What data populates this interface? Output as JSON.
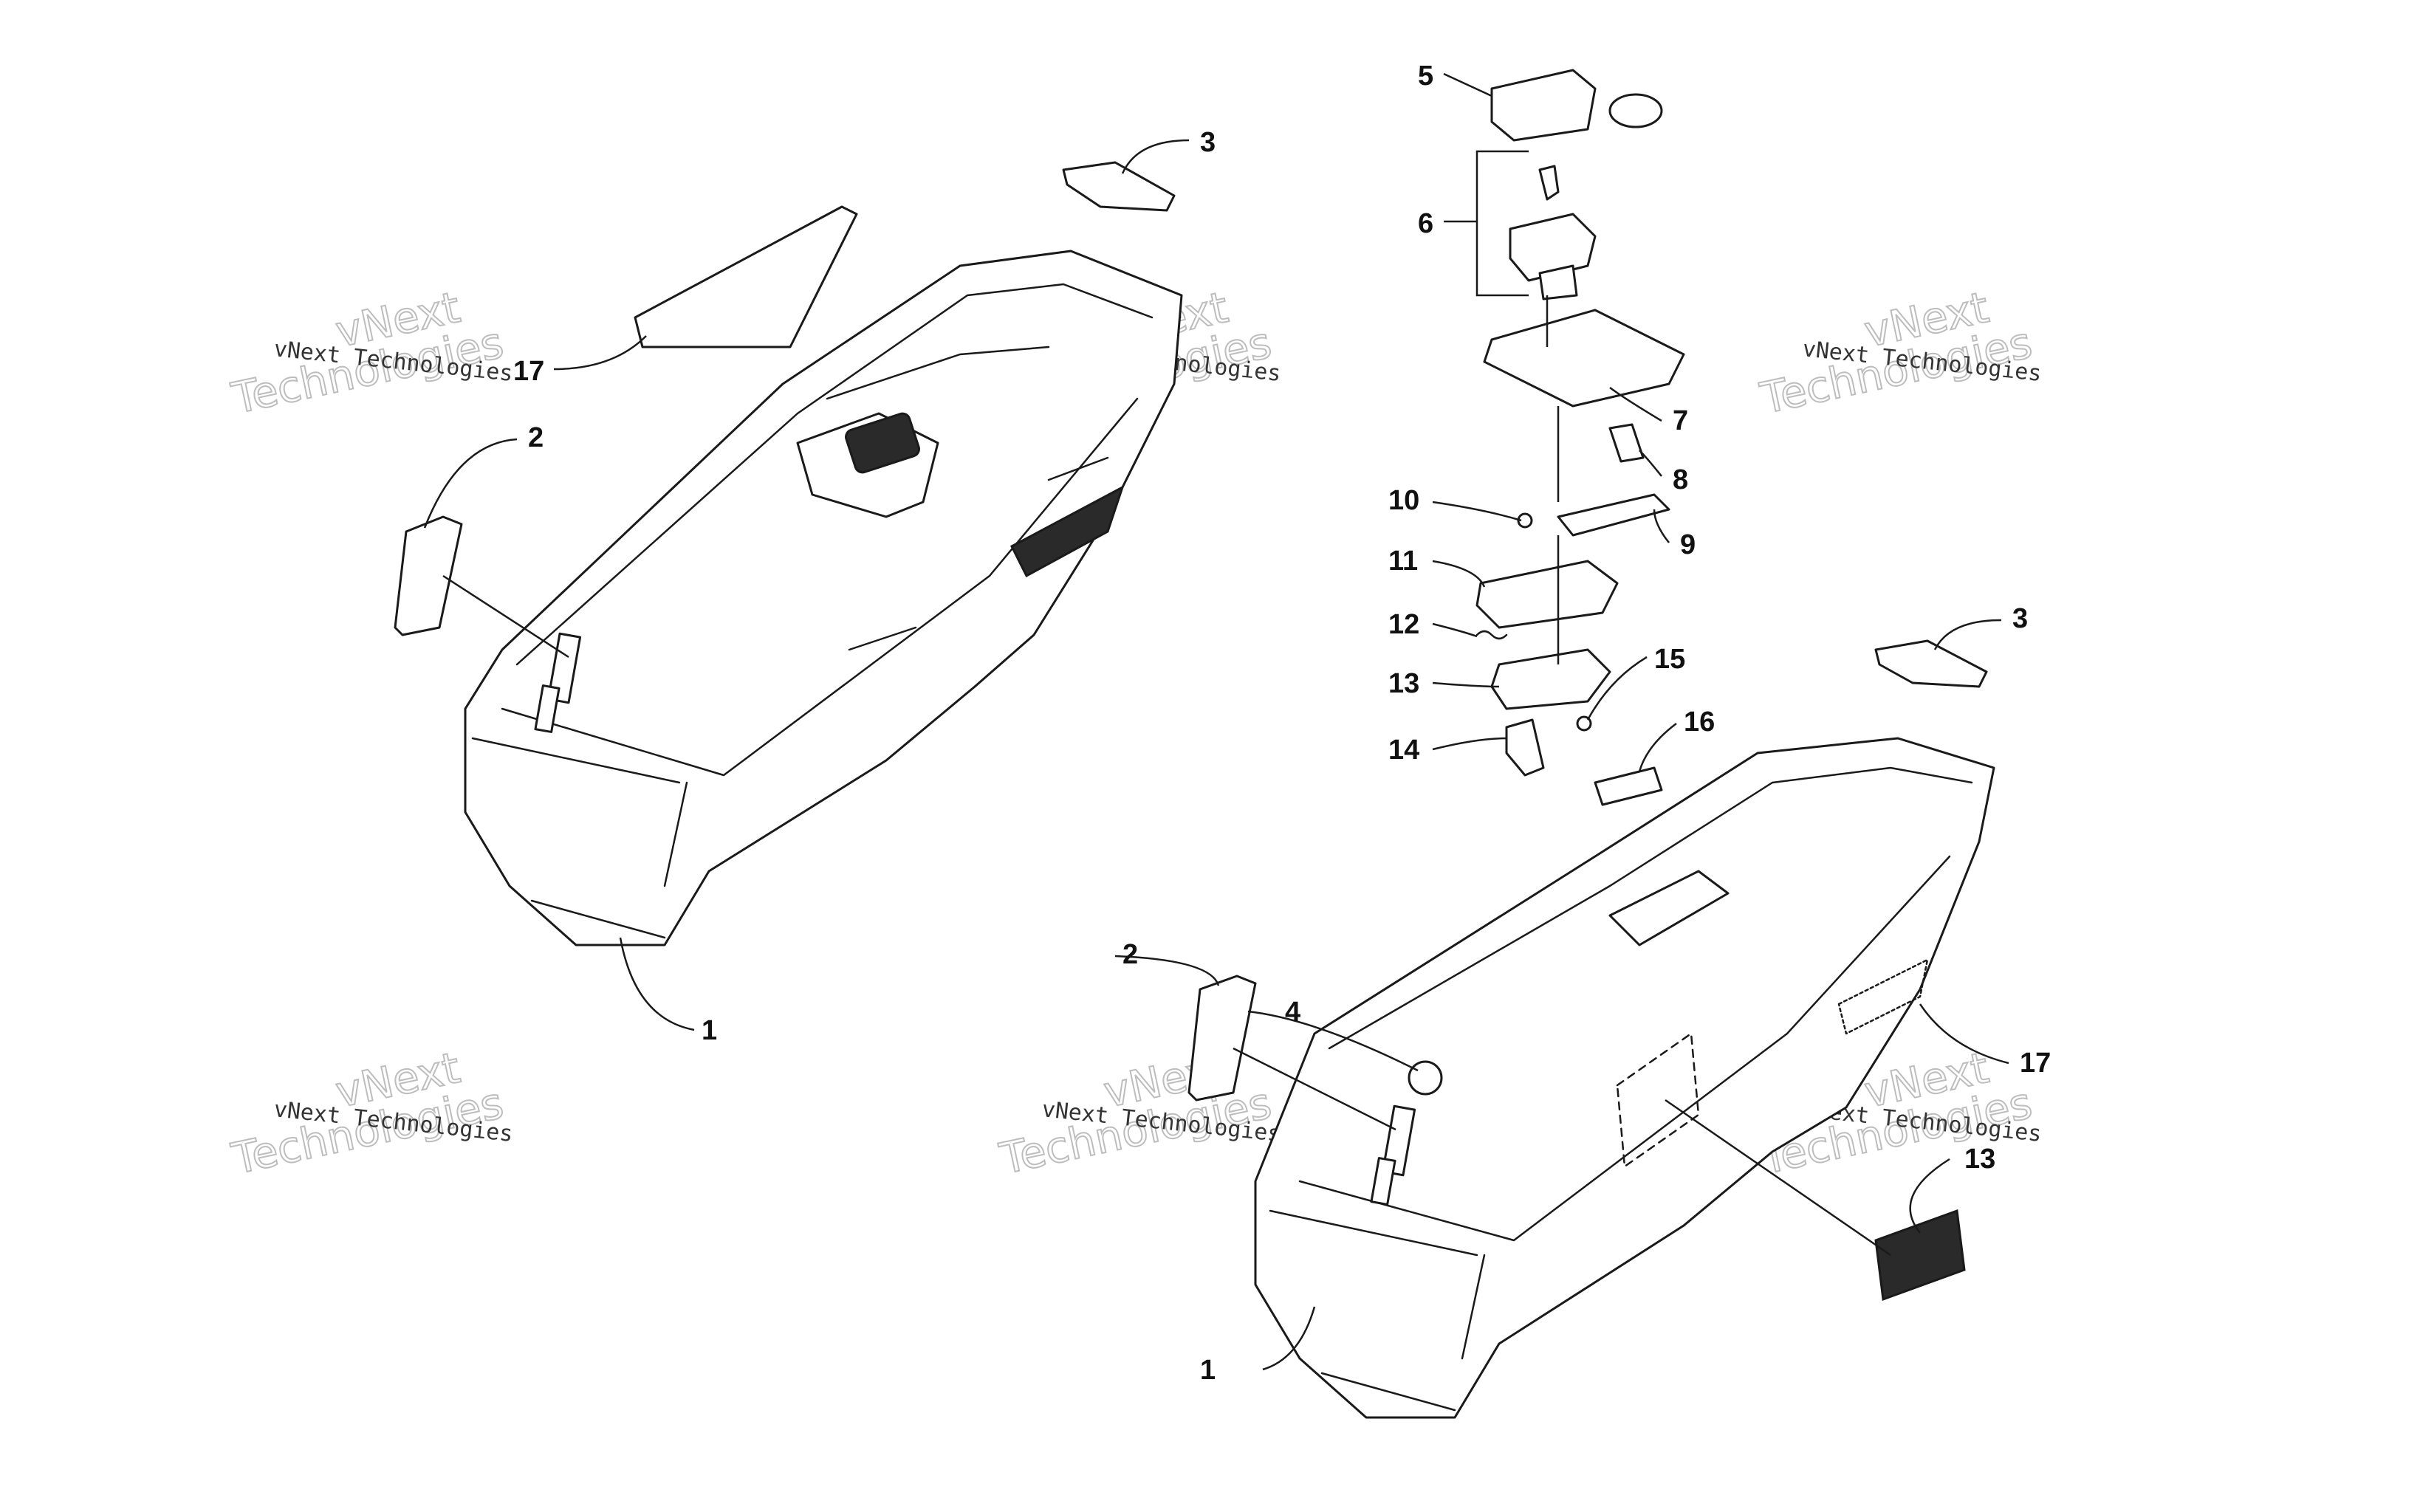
{
  "callouts": {
    "c1_left": "1",
    "c1_right": "1",
    "c2_left": "2",
    "c2_right": "2",
    "c3_left": "3",
    "c3_right": "3",
    "c4": "4",
    "c5": "5",
    "c6": "6",
    "c7": "7",
    "c8": "8",
    "c9": "9",
    "c10": "10",
    "c11": "11",
    "c12": "12",
    "c13_latch": "13",
    "c13_decal": "13",
    "c14": "14",
    "c15": "15",
    "c16": "16",
    "c17_left": "17",
    "c17_right": "17"
  },
  "watermark": {
    "brand_line": "vNext Technologies",
    "big_word_1": "vNext",
    "big_word_2": "Technologies"
  }
}
